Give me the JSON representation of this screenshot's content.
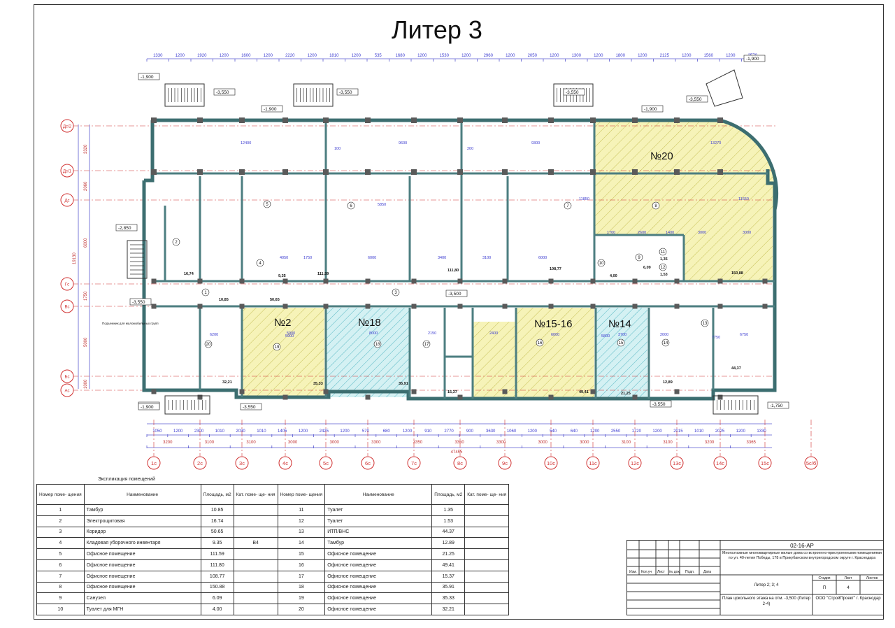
{
  "title": "Литер 3",
  "top_dims": [
    "1330",
    "1200",
    "1920",
    "1200",
    "1600",
    "1200",
    "2220",
    "1200",
    "1810",
    "1200",
    "535",
    "1680",
    "1200",
    "1530",
    "1200",
    "2960",
    "1200",
    "2050",
    "1200",
    "1300",
    "1200",
    "1800",
    "1200",
    "2125",
    "1200",
    "1560",
    "1200",
    "2570"
  ],
  "bottom_dims_1": [
    "1050",
    "1200",
    "2300",
    "1010",
    "2030",
    "1010",
    "1405",
    "1200",
    "2425",
    "1200",
    "570",
    "680",
    "1200",
    "910",
    "2770",
    "900",
    "3630",
    "1060",
    "1200",
    "540",
    "640",
    "1200",
    "2550",
    "1720",
    "1200",
    "2015",
    "1010",
    "2025",
    "1200",
    "1330"
  ],
  "bottom_dims_2": [
    "3200",
    "3100",
    "3100",
    "3000",
    "3000",
    "3300",
    "3350",
    "3350",
    "3300",
    "3000",
    "3000",
    "3100",
    "3100",
    "3200",
    "3365"
  ],
  "overall_dim": "47455",
  "axes_bottom": [
    "1с",
    "2с",
    "3с",
    "4с",
    "5с",
    "6с",
    "7с",
    "8с",
    "9с",
    "10с",
    "11с",
    "12с",
    "13с",
    "14с",
    "15с",
    "5с/б"
  ],
  "axes_left": [
    "Дс/2",
    "Дс/1",
    "Дс",
    "Гс",
    "Вс",
    "Бс",
    "Ас"
  ],
  "left_dims": [
    "3320",
    "2060",
    "6000",
    "1750",
    "5000",
    "1000"
  ],
  "left_total": "19130",
  "levels": [
    "-1,900",
    "-3,550",
    "-1,900",
    "-3,550",
    "-3,550",
    "-1,900",
    "-1,900",
    "-3,550",
    "-1,900",
    "-2,850",
    "-3,550",
    "-3,500",
    "-1,900",
    "-3,550",
    "-3,550",
    "-1,750"
  ],
  "units": [
    {
      "label": "№20",
      "tone": "yellow"
    },
    {
      "label": "№2",
      "tone": "yellow"
    },
    {
      "label": "№18",
      "tone": "blue"
    },
    {
      "label": "№15-16",
      "tone": "yellow"
    },
    {
      "label": "№14",
      "tone": "blue"
    }
  ],
  "room_areas": [
    "16,74",
    "10,85",
    "9,35",
    "111,59",
    "111,80",
    "108,77",
    "4,00",
    "6,09",
    "1,35",
    "1,53",
    "150,88",
    "50,65",
    "32,21",
    "35,33",
    "35,91",
    "15,37",
    "49,41",
    "21,25",
    "12,89",
    "44,37"
  ],
  "room_dims": [
    "12400",
    "9600",
    "9300",
    "13270",
    "100",
    "200",
    "1700",
    "2600",
    "1400",
    "3000",
    "3000",
    "5900",
    "6000",
    "6000",
    "3400",
    "3100",
    "4050",
    "1750",
    "6200",
    "5900",
    "8000",
    "2150",
    "2400",
    "5800",
    "6000",
    "3700",
    "2000",
    "6750",
    "7750",
    "11850",
    "11650",
    "5850"
  ],
  "annotations": [
    "Подъемник для маломобильных групп"
  ],
  "explication": {
    "caption": "Экспликация помещений",
    "headers": [
      "Номер поме- щения",
      "Наименование",
      "Площадь, м2",
      "Кат. поме- ще- ния",
      "Номер поме- щения",
      "Наименование",
      "Площадь, м2",
      "Кат. поме- ще- ния"
    ],
    "rows": [
      {
        "n1": "1",
        "name1": "Тамбур",
        "area1": "10.85",
        "cat1": "",
        "n2": "11",
        "name2": "Туалет",
        "area2": "1.35",
        "cat2": ""
      },
      {
        "n1": "2",
        "name1": "Электрощитовая",
        "area1": "16.74",
        "cat1": "",
        "n2": "12",
        "name2": "Туалет",
        "area2": "1.53",
        "cat2": ""
      },
      {
        "n1": "3",
        "name1": "Коридор",
        "area1": "50.65",
        "cat1": "",
        "n2": "13",
        "name2": "ИТП/ВНС",
        "area2": "44.37",
        "cat2": ""
      },
      {
        "n1": "4",
        "name1": "Кладовая уборочного инвентаря",
        "area1": "9.35",
        "cat1": "В4",
        "n2": "14",
        "name2": "Тамбур",
        "area2": "12.89",
        "cat2": ""
      },
      {
        "n1": "5",
        "name1": "Офисное помещение",
        "area1": "111.59",
        "cat1": "",
        "n2": "15",
        "name2": "Офисное помещение",
        "area2": "21.25",
        "cat2": ""
      },
      {
        "n1": "6",
        "name1": "Офисное помещение",
        "area1": "111.80",
        "cat1": "",
        "n2": "16",
        "name2": "Офисное помещение",
        "area2": "49.41",
        "cat2": ""
      },
      {
        "n1": "7",
        "name1": "Офисное помещение",
        "area1": "108.77",
        "cat1": "",
        "n2": "17",
        "name2": "Офисное помещение",
        "area2": "15.37",
        "cat2": ""
      },
      {
        "n1": "8",
        "name1": "Офисное помещение",
        "area1": "150.88",
        "cat1": "",
        "n2": "18",
        "name2": "Офисное помещение",
        "area2": "35.91",
        "cat2": ""
      },
      {
        "n1": "9",
        "name1": "Санузел",
        "area1": "6.09",
        "cat1": "",
        "n2": "19",
        "name2": "Офисное помещение",
        "area2": "35.33",
        "cat2": ""
      },
      {
        "n1": "10",
        "name1": "Туалет для МГН",
        "area1": "4.00",
        "cat1": "",
        "n2": "20",
        "name2": "Офисное помещение",
        "area2": "32.21",
        "cat2": ""
      }
    ]
  },
  "stamp": {
    "code": "02-16-АР",
    "project": "Многоэтажные многоквартирные жилые дома со встроенно-пристроенными помещениями по ул. 40-летия Победы, 178 в Прикубанском внутригородском округе г. Краснодара",
    "cols": [
      "Изм.",
      "Кол.уч",
      "Лист",
      "№ док.",
      "Подп.",
      "Дата"
    ],
    "liter": "Литер 2; 3; 4",
    "stage_h": "Стадия",
    "sheet_h": "Лист",
    "sheets_h": "Листов",
    "stage": "П",
    "sheet": "4",
    "drawing": "План цокольного этажа на отм. -3,500 (Литер 2-4)",
    "company": "ООО \"СтройПроект\" г. Краснодар"
  }
}
